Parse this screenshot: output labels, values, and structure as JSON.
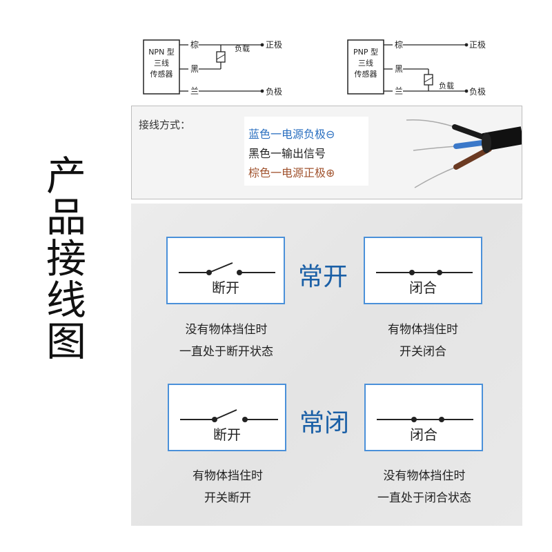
{
  "title_chars": [
    "产",
    "品",
    "接",
    "线",
    "图"
  ],
  "npn": {
    "name_lines": [
      "NPN 型",
      "三线",
      "传感器"
    ],
    "wires": [
      "棕",
      "黑",
      "兰"
    ],
    "load": "负载",
    "positive": "正极",
    "negative": "负极"
  },
  "pnp": {
    "name_lines": [
      "PNP 型",
      "三线",
      "传感器"
    ],
    "wires": [
      "棕",
      "黑",
      "兰"
    ],
    "load": "负载",
    "positive": "正极",
    "negative": "负极"
  },
  "wiring": {
    "title": "接线方式：",
    "blue": "蓝色一电源负极⊖",
    "black": "黑色一输出信号",
    "brown": "棕色一电源正极⊕",
    "colors": {
      "blue": "#2a6fc0",
      "black": "#222222",
      "brown": "#a0522d"
    }
  },
  "no_mode": {
    "title": "常开",
    "open_label": "断开",
    "closed_label": "闭合",
    "open_desc": [
      "没有物体挡住时",
      "一直处于断开状态"
    ],
    "closed_desc": [
      "有物体挡住时",
      "开关闭合"
    ]
  },
  "nc_mode": {
    "title": "常闭",
    "open_label": "断开",
    "closed_label": "闭合",
    "open_desc": [
      "有物体挡住时",
      "开关断开"
    ],
    "closed_desc": [
      "没有物体挡住时",
      "一直处于闭合状态"
    ]
  }
}
